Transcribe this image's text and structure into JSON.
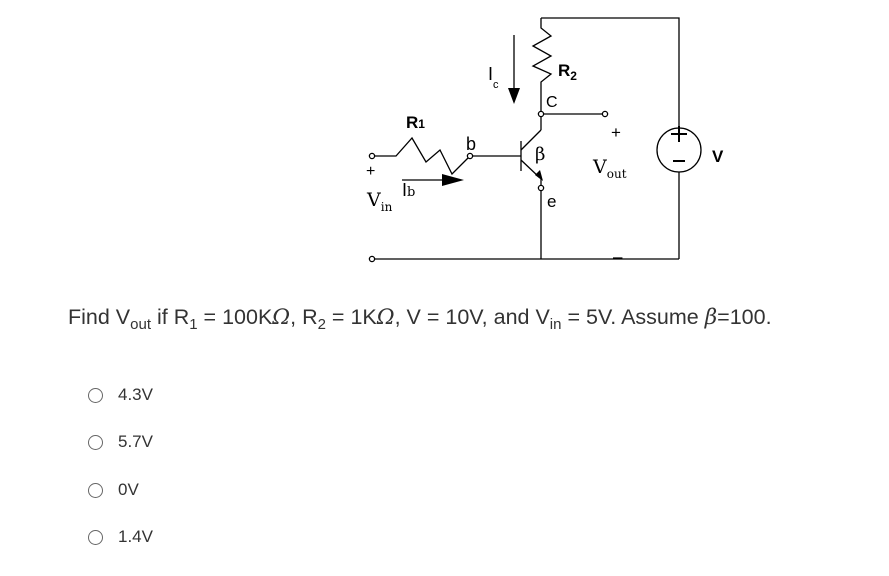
{
  "circuit": {
    "r1": "R",
    "r1_sub": "1",
    "r2": "R",
    "r2_sub": "2",
    "ic": "I",
    "ic_sub": "c",
    "ib": "I",
    "ib_sub": "b",
    "base": "b",
    "collector": "C",
    "emitter": "e",
    "beta": "β",
    "vin": "V",
    "vin_sub": "in",
    "vout": "V",
    "vout_sub": "out",
    "plus": "+",
    "minus": "–",
    "source": "V"
  },
  "question": {
    "p1": "Find V",
    "s1": "out",
    "p2": " if R",
    "s2": "1",
    "p3": " = 100K",
    "ohm": "Ω",
    "p4": ", R",
    "s4": "2",
    "p5": " = 1K",
    "p6": ", V = 10V, and V",
    "s6": "in",
    "p7": " = 5V.  Assume ",
    "beta": "β",
    "p8": "=100."
  },
  "options": [
    "4.3V",
    "5.7V",
    "0V",
    "1.4V"
  ]
}
